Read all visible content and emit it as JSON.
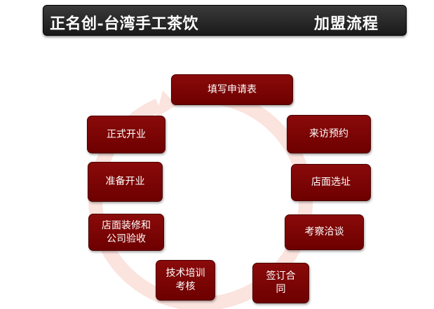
{
  "header": {
    "brand_title": "正名创-台湾手工茶饮",
    "section_title": "加盟流程"
  },
  "process": {
    "cycle_direction": "clockwise",
    "ring_color": "#fbe3de",
    "box_color": "#7a0000",
    "steps": [
      {
        "order": 1,
        "label": "填写申请表"
      },
      {
        "order": 2,
        "label": "来访预约"
      },
      {
        "order": 3,
        "label": "店面选址"
      },
      {
        "order": 4,
        "label": "考察洽谈"
      },
      {
        "order": 5,
        "label": "签订合\n同"
      },
      {
        "order": 6,
        "label": "技术培训\n考核"
      },
      {
        "order": 7,
        "label": "店面装修和\n公司验收"
      },
      {
        "order": 8,
        "label": "准备开业"
      },
      {
        "order": 9,
        "label": "正式开业"
      }
    ]
  }
}
